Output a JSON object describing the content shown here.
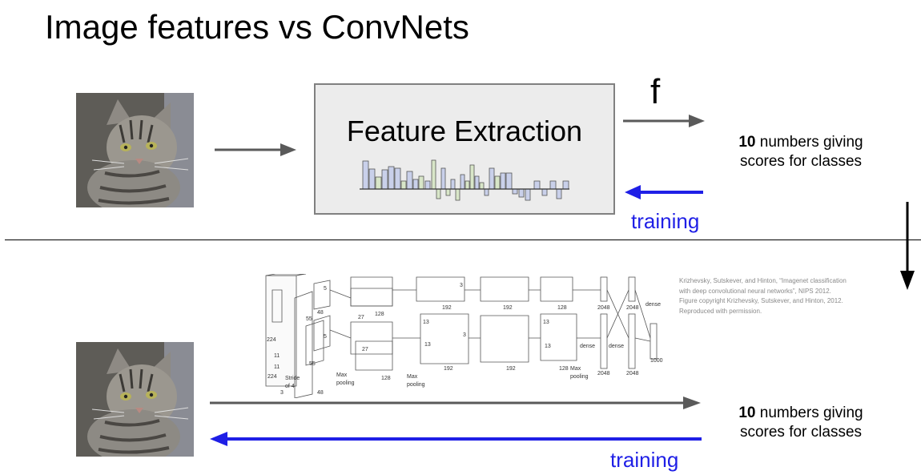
{
  "title": "Image features vs ConvNets",
  "feature_box": {
    "label": "Feature Extraction"
  },
  "f_label": "f",
  "scores": {
    "number": "10",
    "rest_line1": " numbers giving",
    "line2": "scores for classes"
  },
  "training_label": "training",
  "citation": {
    "line1": "Krizhevsky, Sutskever, and Hinton, “Imagenet classification",
    "line2": "with deep convolutional neural networks”, NIPS 2012.",
    "line3": "Figure copyright Krizhevsky, Sutskever, and Hinton, 2012.",
    "line4": "Reproduced with permission."
  },
  "alexnet_labels": {
    "input": "224",
    "input_side": "224",
    "depth3": "3",
    "k11a": "11",
    "k11b": "11",
    "stride": "Stride",
    "of4": "of 4",
    "c55": "55",
    "c55b": "55",
    "c48": "48",
    "k5": "5",
    "k5b": "5",
    "c27": "27",
    "c27b": "27",
    "c128": "128",
    "c128b": "128",
    "maxpool1": "Max",
    "maxpool1b": "pooling",
    "maxpool2": "Max",
    "maxpool2b": "pooling",
    "maxpool3": "Max",
    "maxpool3b": "pooling",
    "c13": "13",
    "c13b": "13",
    "c13c": "13",
    "c13d": "13",
    "c192": "192",
    "c192b": "192",
    "c192c": "192",
    "c192d": "192",
    "c128c": "128",
    "c128d": "128",
    "k3": "3",
    "k3b": "3",
    "dense1": "dense",
    "dense2": "dense",
    "dense3": "dense",
    "f2048a": "2048",
    "f2048b": "2048",
    "f2048c": "2048",
    "f2048d": "2048",
    "f1000": "1000"
  },
  "colors": {
    "arrow_gray": "#5a5a5a",
    "training_blue": "#1f1fe6",
    "box_fill": "#ececec"
  }
}
